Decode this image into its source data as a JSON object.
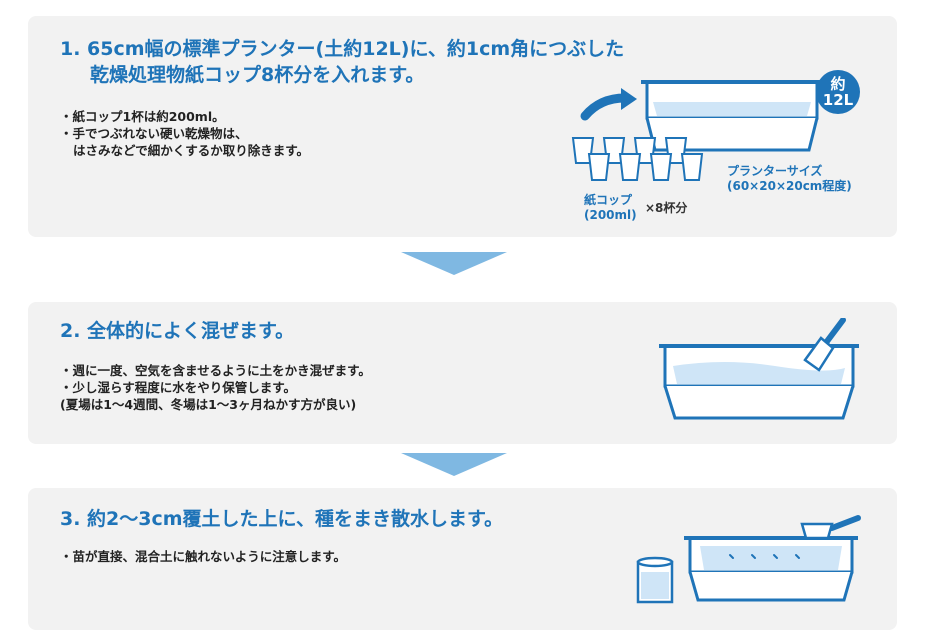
{
  "step1": {
    "title_line1": "1. 65cm幅の標準プランター(土約12L)に、約1cm角につぶした",
    "title_line2": "乾燥処理物紙コップ8杯分を入れます。",
    "bullet1": "・紙コップ1杯は約200ml。",
    "bullet2": "・手でつぶれない硬い乾燥物は、",
    "bullet2_cont": "はさみなどで細かくするか取り除きます。",
    "badge_line1": "約",
    "badge_line2": "12L",
    "cup_label_line1": "紙コップ",
    "cup_label_line2": "(200ml)",
    "cup_count": "×8杯分",
    "planter_label_line1": "プランターサイズ",
    "planter_label_line2": "(60×20×20cm程度)"
  },
  "step2": {
    "title": "2. 全体的によく混ぜます。",
    "bullet1": "・週に一度、空気を含ませるように土をかき混ぜます。",
    "bullet2": "・少し湿らす程度に水をやり保管します。",
    "bullet3": "(夏場は1～4週間、冬場は1～3ヶ月ねかす方が良い)"
  },
  "step3": {
    "title": "3. 約2～3cm覆土した上に、種をまき散水します。",
    "bullet1": "・苗が直接、混合土に触れないように注意します。"
  },
  "colors": {
    "accent": "#1f74b8",
    "arrow": "#7fb8e2",
    "panel": "#f2f2f2",
    "fill": "#cfe5f7"
  }
}
